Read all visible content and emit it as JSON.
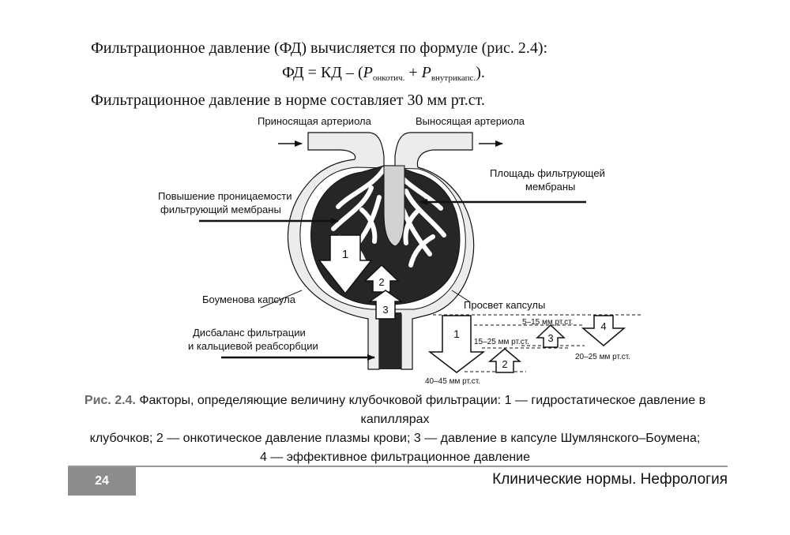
{
  "text": {
    "p1": "Фильтрационное давление (ФД) вычисляется по формуле (рис. 2.4):",
    "formula": {
      "lhs": "ФД = КД – (",
      "p": "P",
      "sub1": "онкотич.",
      "plus": " + ",
      "sub2": "внутрикапс.",
      "end": ")."
    },
    "p2": "Фильтрационное давление в норме составляет 30 мм рт.ст."
  },
  "figure": {
    "labels": {
      "afferent": "Приносящая артериола",
      "efferent": "Выносящая артериола",
      "permeability_l1": "Повышение проницаемости",
      "permeability_l2": "фильтрующий мембраны",
      "area_l1": "Площадь фильтрующей",
      "area_l2": "мембраны",
      "bowman": "Боуменова капсула",
      "lumen": "Просвет капсулы",
      "imbalance_l1": "Дисбаланс фильтрации",
      "imbalance_l2": "и кальциевой реабсорбции",
      "v1": "40–45 мм рт.ст.",
      "v2": "15–25 мм рт.ст.",
      "v3": "5–15 мм рт.ст.",
      "v4": "20–25 мм рт.ст."
    },
    "arrow_numbers": [
      "1",
      "2",
      "3",
      "4"
    ]
  },
  "caption": {
    "label": "Рис. 2.4.",
    "line1": " Факторы, определяющие величину клубочковой фильтрации: 1 — гидростатическое давление в капиллярах",
    "line2": "клубочков; 2 — онкотическое давление плазмы крови; 3 — давление в капсуле Шумлянского–Боумена;",
    "line3": "4 — эффективное фильтрационное давление"
  },
  "footer": {
    "page_number": "24",
    "running_title": "Клинические нормы. Нефрология"
  }
}
